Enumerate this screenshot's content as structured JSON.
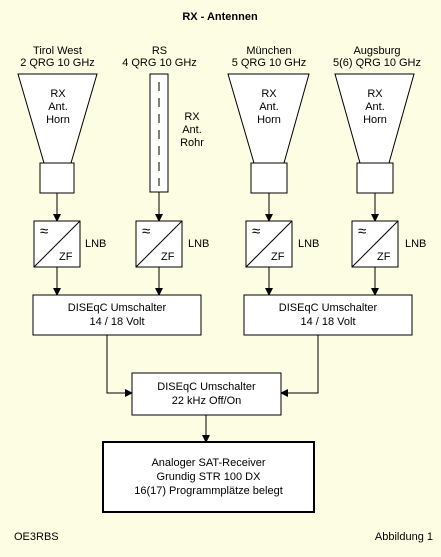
{
  "title": "RX - Antennen",
  "antennas": [
    {
      "name": "Tirol West",
      "qrg": "2 QRG 10 GHz",
      "body_lines": [
        "RX",
        "Ant.",
        "Horn"
      ]
    },
    {
      "name": "RS",
      "qrg": "4 QRG 10 GHz",
      "body_lines": [
        "RX",
        "Ant.",
        "Rohr"
      ]
    },
    {
      "name": "München",
      "qrg": "5 QRG 10 GHz",
      "body_lines": [
        "RX",
        "Ant.",
        "Horn"
      ]
    },
    {
      "name": "Augsburg",
      "qrg": "5(6) QRG 10 GHz",
      "body_lines": [
        "RX",
        "Ant.",
        "Horn"
      ]
    }
  ],
  "lnb": {
    "label": "LNB",
    "converter_out": "ZF",
    "converter_in_symbol": "≈"
  },
  "switch_left": {
    "line1": "DISEqC Umschalter",
    "line2": "14 / 18 Volt"
  },
  "switch_right": {
    "line1": "DISEqC Umschalter",
    "line2": "14 / 18 Volt"
  },
  "switch_center": {
    "line1": "DISEqC Umschalter",
    "line2": "22 kHz Off/On"
  },
  "receiver": {
    "line1": "Analoger SAT-Receiver",
    "line2": "Grundig STR 100 DX",
    "line3": "16(17)  Programmplätze belegt"
  },
  "footer": {
    "left": "OE3RBS",
    "right": "Abbildung 1"
  }
}
